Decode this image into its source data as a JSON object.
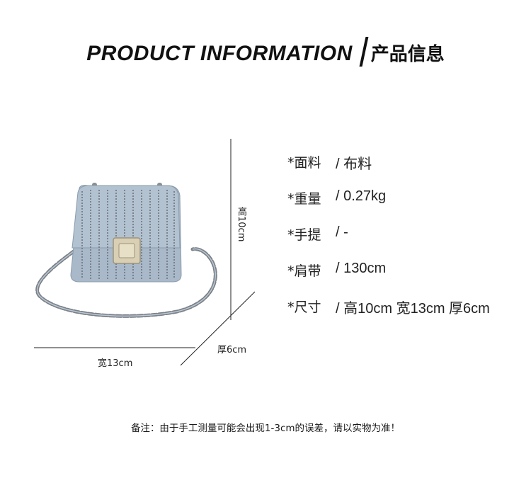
{
  "header": {
    "title_en": "PRODUCT INFORMATION",
    "title_cn": "产品信息"
  },
  "dimensions": {
    "height": "高10cm",
    "width": "宽13cm",
    "depth": "厚6cm"
  },
  "specs": [
    {
      "label": "*面料",
      "value": "/ 布料"
    },
    {
      "label": "*重量",
      "value": "/ 0.27kg"
    },
    {
      "label": "*手提",
      "value": "/ -"
    },
    {
      "label": "*肩带",
      "value": "/ 130cm"
    },
    {
      "label": "*尺寸",
      "value": "/ 高10cm 宽13cm 厚6cm"
    }
  ],
  "note": "备注：由于手工测量可能会出现1-3cm的误差，请以实物为准！",
  "colors": {
    "bag": "#a9b9c9",
    "text": "#1a1a1a",
    "chain": "#6b6e72"
  }
}
